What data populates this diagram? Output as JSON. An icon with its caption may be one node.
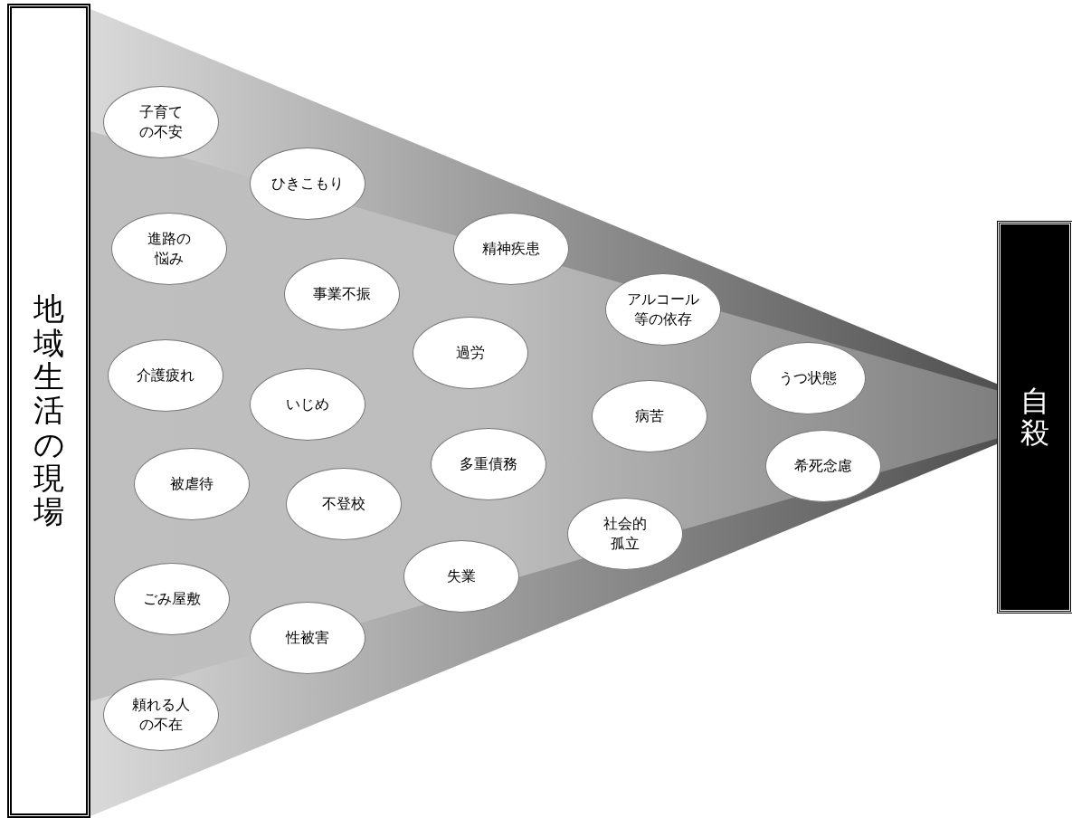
{
  "diagram": {
    "nodes": [
      {
        "text": [
          "地域生活の現場"
        ]
      },
      {
        "text": [
          "自殺"
        ]
      },
      {
        "text": [
          "子育ての不安"
        ]
      },
      {
        "text": [
          "ひきこもり"
        ]
      },
      {
        "text": [
          "進路の悩み"
        ]
      },
      {
        "text": [
          "精神疾患"
        ]
      },
      {
        "text": [
          "事業不振"
        ]
      },
      {
        "text": [
          "アルコール等の依存"
        ]
      },
      {
        "text": [
          "過労"
        ]
      },
      {
        "text": [
          "介護疲れ"
        ]
      },
      {
        "text": [
          "うつ状態"
        ]
      },
      {
        "text": [
          "いじめ"
        ]
      },
      {
        "text": [
          "病苦"
        ]
      },
      {
        "text": [
          "多重債務"
        ]
      },
      {
        "text": [
          "希死念慮"
        ]
      },
      {
        "text": [
          "被虐待"
        ]
      },
      {
        "text": [
          "不登校"
        ]
      },
      {
        "text": [
          "社会的孤立"
        ]
      },
      {
        "text": [
          "失業"
        ]
      },
      {
        "text": [
          "ごみ屋敷"
        ]
      },
      {
        "text": [
          "性被害"
        ]
      },
      {
        "text": [
          "頼れる人の不在"
        ]
      }
    ]
  }
}
